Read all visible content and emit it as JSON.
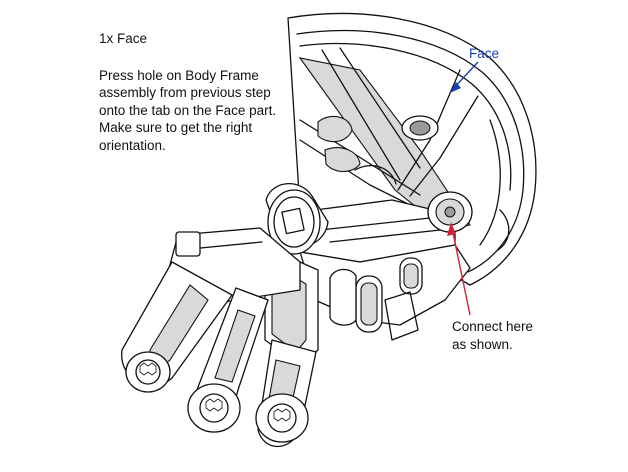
{
  "instructions": {
    "title": "1x Face",
    "body_lines": [
      "Press hole on Body Frame",
      "assembly from previous step",
      "onto the tab on the Face part.",
      "Make sure to get the right",
      "orientation."
    ]
  },
  "callouts": {
    "face_label": "Face",
    "connect_label_line1": "Connect here",
    "connect_label_line2": "as shown."
  },
  "colors": {
    "face_callout": "#1a3fb5",
    "connect_arrow": "#d0233a",
    "line_art": "#111111"
  }
}
